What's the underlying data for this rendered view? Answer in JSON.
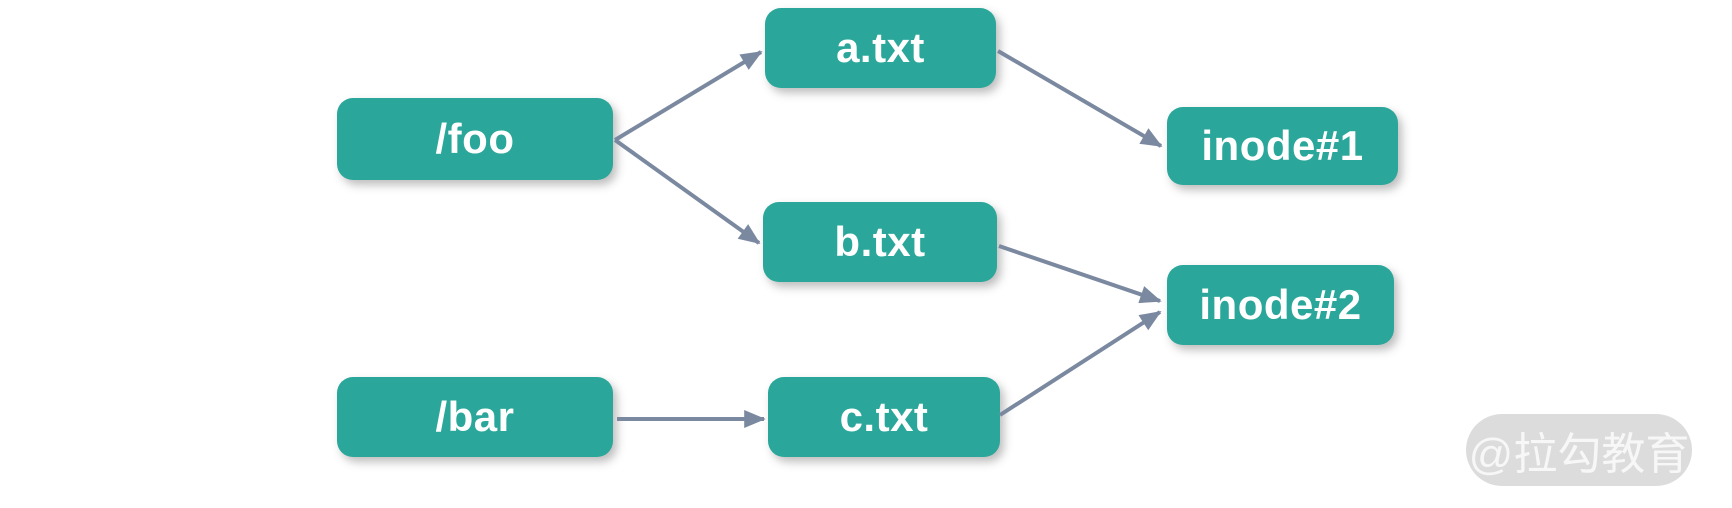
{
  "diagram": {
    "description": "Hard links: directory entries pointing to files pointing to inodes",
    "nodes": [
      {
        "id": "foo",
        "label": "/foo"
      },
      {
        "id": "a_txt",
        "label": "a.txt"
      },
      {
        "id": "b_txt",
        "label": "b.txt"
      },
      {
        "id": "inode1",
        "label": "inode#1"
      },
      {
        "id": "inode2",
        "label": "inode#2"
      },
      {
        "id": "bar",
        "label": "/bar"
      },
      {
        "id": "c_txt",
        "label": "c.txt"
      }
    ],
    "edges": [
      {
        "from": "/foo",
        "to": "a.txt"
      },
      {
        "from": "/foo",
        "to": "b.txt"
      },
      {
        "from": "a.txt",
        "to": "inode#1"
      },
      {
        "from": "b.txt",
        "to": "inode#2"
      },
      {
        "from": "c.txt",
        "to": "inode#2"
      },
      {
        "from": "/bar",
        "to": "c.txt"
      }
    ],
    "colors": {
      "node_fill": "#2aa79a",
      "node_text": "#ffffff",
      "arrow": "#7b89a0",
      "watermark_bg": "#dcdcdc",
      "watermark_text": "#f7f7f7",
      "background": "#ffffff"
    }
  },
  "watermark": {
    "label": "@拉勾教育"
  }
}
